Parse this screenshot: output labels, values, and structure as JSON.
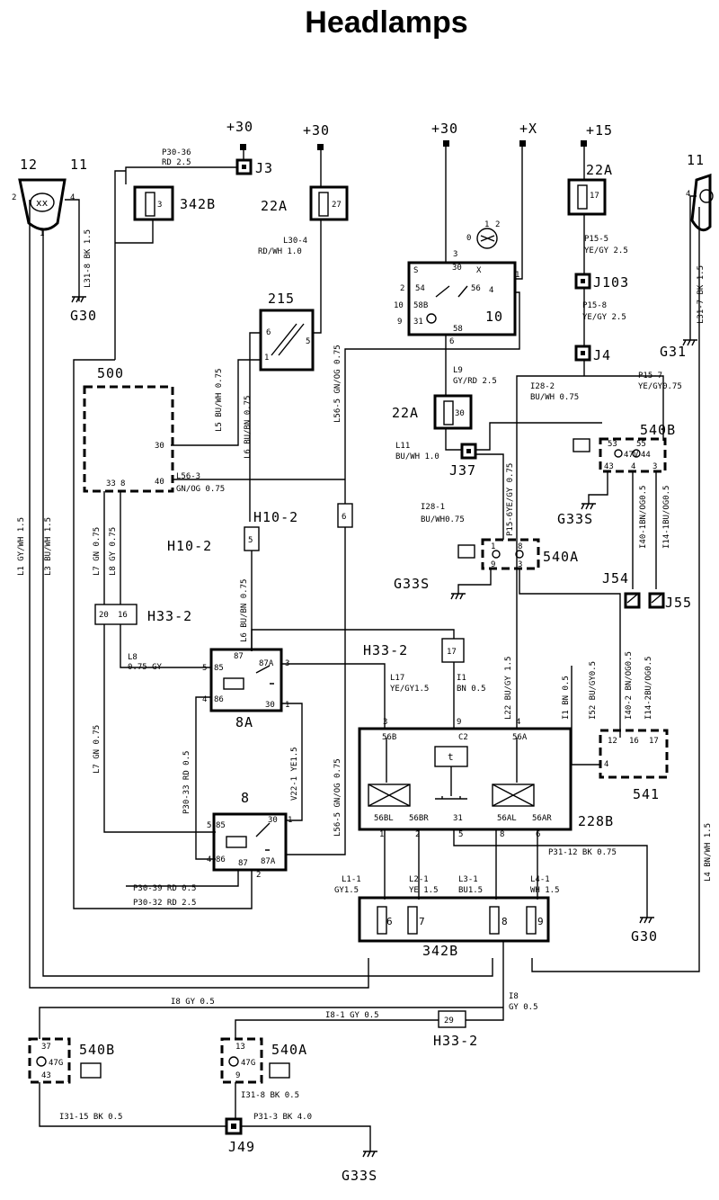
{
  "title": "Headlamps",
  "supply": {
    "p30a": "+30",
    "p30b": "+30",
    "p30c": "+30",
    "px": "+X",
    "p15": "+15"
  },
  "components": {
    "hl_left_num1": "12",
    "hl_left_num2": "11",
    "hl_right_num": "11",
    "c342b_top": "342B",
    "c22a_a": "22A",
    "c22a_b": "22A",
    "c22a_c": "22A",
    "c215": "215",
    "c500": "500",
    "c10": "10",
    "j3": "J3",
    "j103": "J103",
    "j4": "J4",
    "j37": "J37",
    "j54": "J54",
    "j55": "J55",
    "j49": "J49",
    "g30_a": "G30",
    "g30_b": "G30",
    "g31": "G31",
    "g33s_a": "G33S",
    "g33s_b": "G33S",
    "g33s_c": "G33S",
    "c540b": "540B",
    "c540a": "540A",
    "c540b_low": "540B",
    "c540a_low": "540A",
    "h10_2a": "H10-2",
    "h10_2b": "H10-2",
    "h33_2a": "H33-2",
    "h33_2b": "H33-2",
    "h33_2c": "H33-2",
    "c8a": "8A",
    "c8": "8",
    "c228b": "228B",
    "c541": "541",
    "c342b_bottom": "342B"
  },
  "pins": {
    "p2": "2",
    "p4": "4",
    "p1": "1",
    "p3": "3",
    "p27": "27",
    "p17": "17",
    "p30": "30",
    "p6": "6",
    "p5": "5",
    "p1b": "1",
    "p33": "33",
    "p8": "8",
    "p40": "40",
    "p30b": "30",
    "s": "S",
    "x": "X",
    "p54": "54",
    "p56": "56",
    "p58b": "58B",
    "p31": "31",
    "p58": "58",
    "p3s": "3",
    "p30s": "30",
    "p1s": "1",
    "p2s": "2",
    "p10": "10",
    "p9": "9",
    "p4s": "4",
    "p6s": "6",
    "p53": "53",
    "p47v": "47V",
    "p55": "55",
    "p44": "44",
    "p43": "43",
    "p4b": "4",
    "p3b": "3",
    "p1c": "1",
    "p8c": "8",
    "p9c": "9",
    "p3c": "3",
    "p20": "20",
    "p16": "16",
    "p5b": "5",
    "p6b": "6",
    "p17b": "17",
    "p87": "87",
    "p87a": "87A",
    "p85": "85",
    "p86": "86",
    "p30r": "30",
    "p3r": "3",
    "p1r": "1",
    "p5r": "5",
    "p4r": "4",
    "p85b": "85",
    "p86b": "86",
    "p87b": "87",
    "p87ab": "87A",
    "p30rb": "30",
    "p1rb": "1",
    "p5rb": "5",
    "p4rb": "4",
    "p2rb": "2",
    "p3l": "3",
    "p9l": "9",
    "p4l": "4",
    "c2": "C2",
    "t": "t",
    "p56b": "56B",
    "p56a": "56A",
    "p56bl": "56BL",
    "p56br": "56BR",
    "p31l": "31",
    "p56al": "56AL",
    "p56ar": "56AR",
    "p1l": "1",
    "p2l": "2",
    "p5l": "5",
    "p8l": "8",
    "p6l": "6",
    "p12": "12",
    "p16b": "16",
    "p17c": "17",
    "p4d": "4",
    "f6": "6",
    "f7": "7",
    "f8": "8",
    "f9": "9",
    "p29": "29",
    "p37": "37",
    "p47g": "47G",
    "p43b": "43",
    "p13": "13",
    "p47gb": "47G",
    "p9d": "9"
  },
  "wires": {
    "w1": "P30-36",
    "w1b": "RD 2.5",
    "w2": "L31-8 BK 1.5",
    "w3": "L30-4",
    "w3b": "RD/WH 1.0",
    "w4": "P15-5",
    "w4b": "YE/GY 2.5",
    "w5": "P15-8",
    "w5b": "YE/GY 2.5",
    "w6": "L31-7 BK 1.5",
    "w7": "L5 BU/WH 0.75",
    "w8": "L6 BU/BN 0.75",
    "w9": "L56-5 GN/OG 0.75",
    "w10": "L9",
    "w10b": "GY/RD 2.5",
    "w11": "I28-2",
    "w11b": "BU/WH 0.75",
    "w12": "P15-7",
    "w12b": "YE/GY0.75",
    "w13": "L11",
    "w13b": "BU/WH 1.0",
    "w14": "L56-3",
    "w14b": "GN/OG 0.75",
    "w15": "P15-6YE/GY 0.75",
    "w16": "I28-1",
    "w16b": "BU/WH0.75",
    "w17": "I40-1BN/OG0.5",
    "w18": "I14-1BU/OG0.5",
    "w19": "L1 GY/WH 1.5",
    "w20": "L3 BU/WH 1.5",
    "w21": "L7 GN 0.75",
    "w22": "L8 GY 0.75",
    "w23": "L8",
    "w24": "0.75 GY",
    "w25": "L6 BU/BN 0.75",
    "w26": "L17",
    "w27": "YE/GY1.5",
    "w28": "I1",
    "w29": "BN 0.5",
    "w30": "L22 BU/GY 1.5",
    "w31": "I1 BN 0.5",
    "w32": "I52 BU/GY0.5",
    "w33": "I40-2 BN/OG0.5",
    "w34": "I14-2BU/OG0.5",
    "w35": "L7 GN 0.75",
    "w36": "P30-33 RD 0.5",
    "w37": "V22-1 YE1.5",
    "w38": "L56-5 GN/OG 0.75",
    "w39": "L4 BN/WH 1.5",
    "w40": "P30-39 RD 0.5",
    "w41": "P30-32 RD 2.5",
    "w42": "L1-1",
    "w42b": "GY1.5",
    "w43": "L2-1",
    "w43b": "YE 1.5",
    "w44": "L3-1",
    "w44b": "BU1.5",
    "w45": "L4-1",
    "w45b": "WH 1.5",
    "w46": "P31-12 BK 0.75",
    "w47": "I8 GY 0.5",
    "w48": "I8-1 GY 0.5",
    "w49": "I8",
    "w49b": "GY 0.5",
    "w50": "I31-15 BK 0.5",
    "w51": "I31-8 BK 0.5",
    "w52": "P31-3 BK 4.0"
  }
}
